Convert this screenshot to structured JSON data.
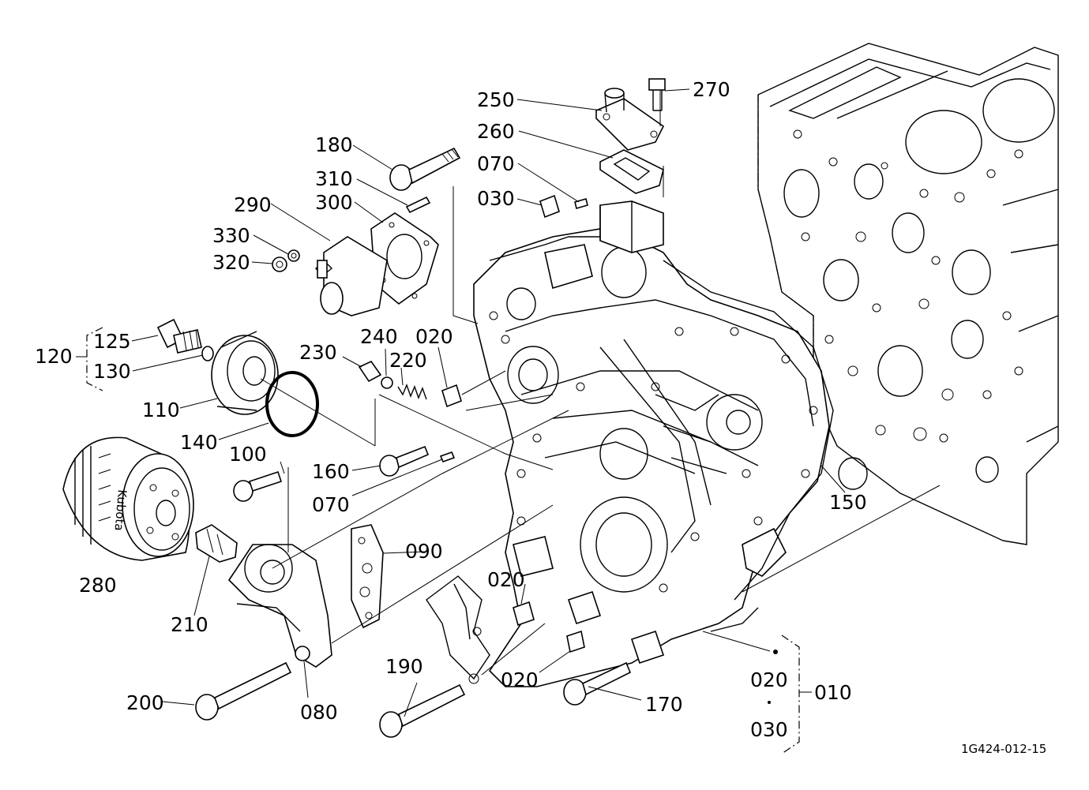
{
  "diagram": {
    "drawing_number": "1G424-012-15",
    "brand_mark": "Kubota"
  },
  "labels": {
    "p010": "010",
    "p020_a": "020",
    "p020_b": "020",
    "p020_c": "020",
    "p020_d": "020",
    "p030_a": "030",
    "p030_b": "030",
    "p070_a": "070",
    "p070_b": "070",
    "p080": "080",
    "p090": "090",
    "p100": "100",
    "p110": "110",
    "p120": "120",
    "p125": "125",
    "p130": "130",
    "p140": "140",
    "p150": "150",
    "p160": "160",
    "p170": "170",
    "p180": "180",
    "p190": "190",
    "p200": "200",
    "p210": "210",
    "p220": "220",
    "p230": "230",
    "p240": "240",
    "p250": "250",
    "p260": "260",
    "p270": "270",
    "p280": "280",
    "p290": "290",
    "p300": "300",
    "p310": "310",
    "p320": "320",
    "p330": "330"
  }
}
